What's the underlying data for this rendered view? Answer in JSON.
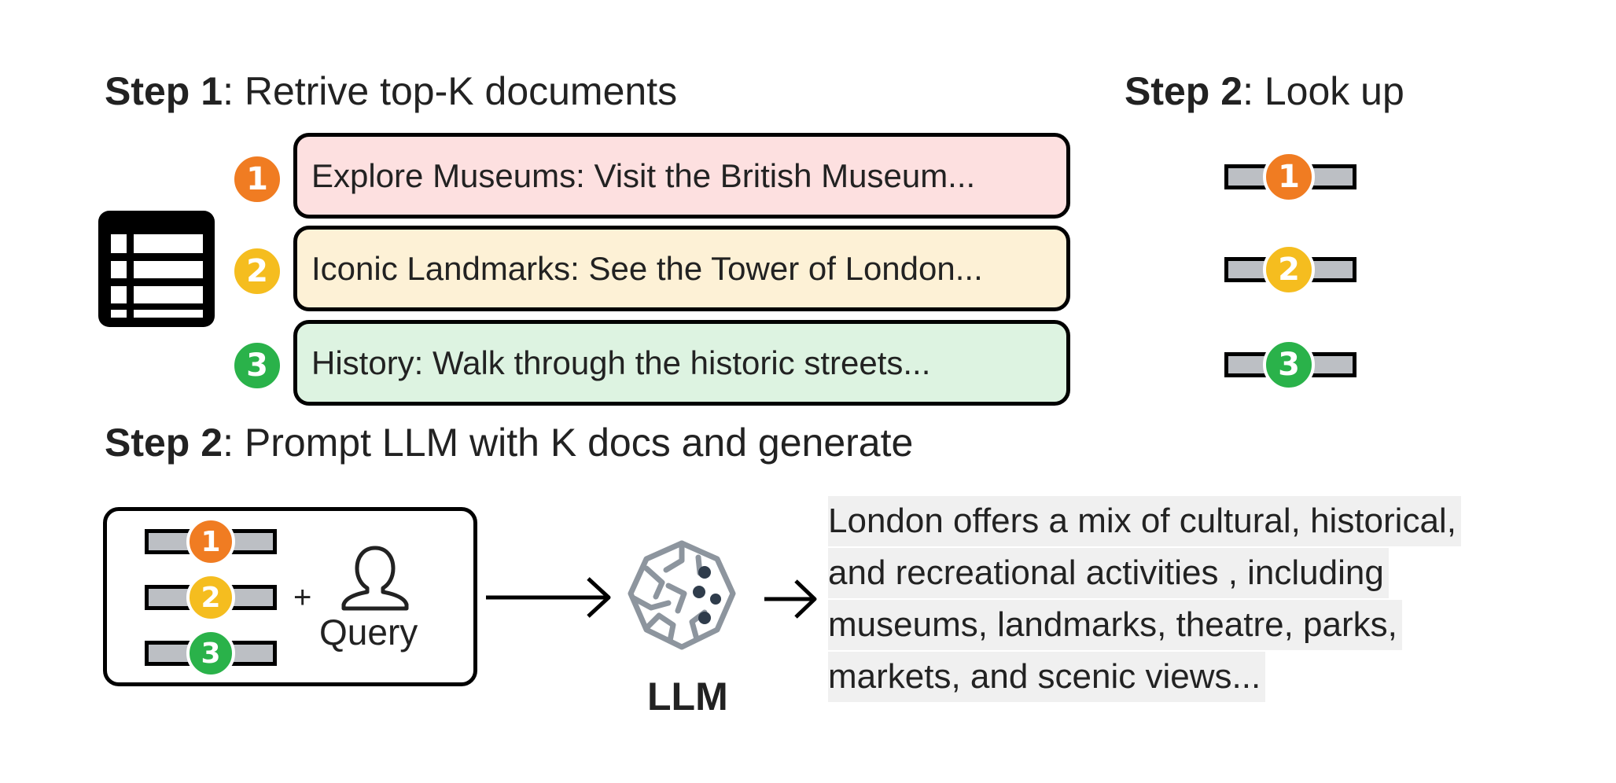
{
  "step1": {
    "bold": "Step 1",
    "rest": ": Retrive top-K documents"
  },
  "step2_lookup": {
    "bold": "Step 2",
    "rest": ": Look up"
  },
  "step2_prompt": {
    "bold": "Step 2",
    "rest": ": Prompt LLM with K docs and generate"
  },
  "documents": [
    {
      "rank": "1",
      "text": "Explore Museums: Visit the British Museum...",
      "fill": "#fde0e0",
      "badge_color": "#f07c22"
    },
    {
      "rank": "2",
      "text": "Iconic Landmarks: See the Tower of London...",
      "fill": "#fdf1d6",
      "badge_color": "#f5bd1f"
    },
    {
      "rank": "3",
      "text": "History: Walk through the historic streets...",
      "fill": "#ddf3e1",
      "badge_color": "#2ab24a"
    }
  ],
  "plus": "+",
  "query_label": "Query",
  "llm_label": "LLM",
  "answer_lines": [
    "London offers a mix of cultural, historical,",
    "and recreational activities , including",
    "museums, landmarks, theatre, parks,",
    "markets, and scenic views..."
  ],
  "colors": {
    "bar_gray": "#bcbfc4",
    "llm_icon": "#8d959e",
    "llm_dots": "#2f3c4b"
  },
  "icons": [
    "table-icon",
    "user-icon",
    "llm-brain-icon",
    "arrow-right-icon"
  ]
}
